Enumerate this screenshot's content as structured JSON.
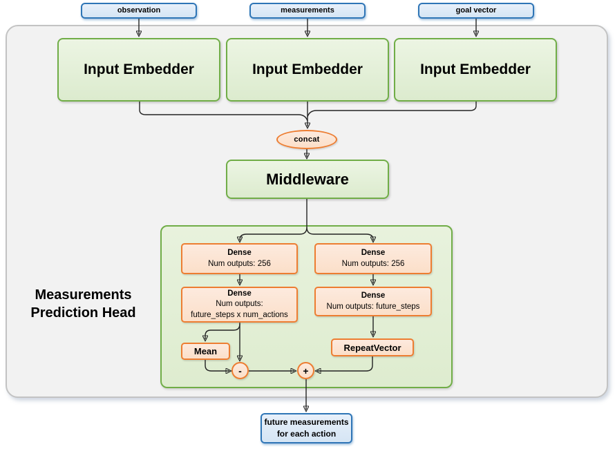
{
  "inputs": [
    {
      "label": "observation"
    },
    {
      "label": "measurements"
    },
    {
      "label": "goal vector"
    }
  ],
  "embedders": [
    {
      "label": "Input Embedder"
    },
    {
      "label": "Input Embedder"
    },
    {
      "label": "Input Embedder"
    }
  ],
  "concat_label": "concat",
  "middleware_label": "Middleware",
  "prediction_head": {
    "title": "Measurements Prediction Head",
    "left": {
      "dense1": {
        "title": "Dense",
        "line1": "Num outputs: 256"
      },
      "dense2": {
        "title": "Dense",
        "line1": "Num outputs:",
        "line2": "future_steps x num_actions"
      },
      "mean_label": "Mean",
      "minus_label": "-"
    },
    "right": {
      "dense1": {
        "title": "Dense",
        "line1": "Num outputs: 256"
      },
      "dense2": {
        "title": "Dense",
        "line1": "Num outputs: future_steps"
      },
      "repeat_label": "RepeatVector",
      "plus_label": "+"
    }
  },
  "output": {
    "line1": "future measurements",
    "line2": "for each action"
  },
  "colors": {
    "green_border": "#70AD47",
    "green_fill": "#E2EFDA",
    "orange_border": "#ED7D31",
    "orange_fill": "#FCE4D6",
    "blue_border": "#2E75B6",
    "blue_fill": "#DEEBF7",
    "container_fill": "#F2F2F2",
    "container_border": "#C3C3C3",
    "line": "#222222"
  }
}
